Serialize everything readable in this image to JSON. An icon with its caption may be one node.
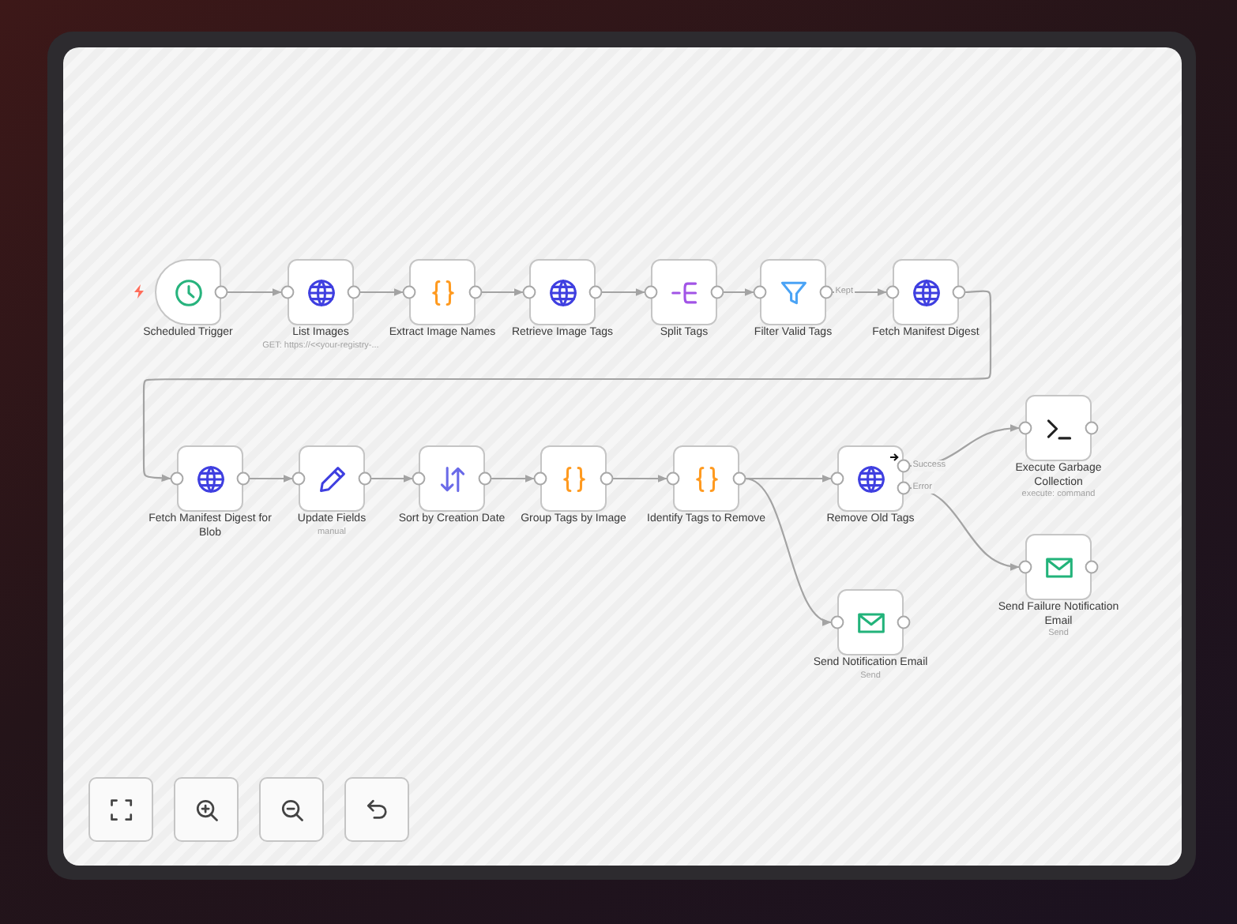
{
  "diagram": {
    "nodes": [
      {
        "text": [
          "Scheduled Trigger"
        ]
      },
      {
        "text": [
          "List Images"
        ],
        "beside": [
          "GET: https://<<your-registry-..."
        ]
      },
      {
        "text": [
          "Extract Image Names"
        ]
      },
      {
        "text": [
          "Retrieve Image Tags"
        ]
      },
      {
        "text": [
          "Split Tags"
        ]
      },
      {
        "text": [
          "Filter Valid Tags"
        ]
      },
      {
        "text": [
          "Fetch Manifest Digest"
        ]
      },
      {
        "text": [
          "Fetch Manifest Digest for Blob"
        ]
      },
      {
        "text": [
          "Update Fields"
        ],
        "beside": [
          "manual"
        ]
      },
      {
        "text": [
          "Sort by Creation Date"
        ]
      },
      {
        "text": [
          "Group Tags by Image"
        ]
      },
      {
        "text": [
          "Identify Tags to Remove"
        ]
      },
      {
        "text": [
          "Remove Old Tags"
        ]
      },
      {
        "text": [
          "Execute Garbage Collection"
        ],
        "beside": [
          "execute: command"
        ]
      },
      {
        "text": [
          "Send Failure Notification Email"
        ],
        "beside": [
          "Send"
        ]
      },
      {
        "text": [
          "Send Notification Email"
        ],
        "beside": [
          "Send"
        ]
      }
    ],
    "edges": [
      {
        "from": 0,
        "to": 1,
        "arrow": "to"
      },
      {
        "from": 1,
        "to": 2,
        "arrow": "to"
      },
      {
        "from": 2,
        "to": 3,
        "arrow": "to"
      },
      {
        "from": 3,
        "to": 4,
        "arrow": "to"
      },
      {
        "from": 4,
        "to": 5,
        "arrow": "to"
      },
      {
        "from": 5,
        "to": 6,
        "arrow": "to",
        "label": "Kept"
      },
      {
        "from": 6,
        "to": 7,
        "arrow": "to"
      },
      {
        "from": 7,
        "to": 8,
        "arrow": "to"
      },
      {
        "from": 8,
        "to": 9,
        "arrow": "to"
      },
      {
        "from": 9,
        "to": 10,
        "arrow": "to"
      },
      {
        "from": 10,
        "to": 11,
        "arrow": "to"
      },
      {
        "from": 11,
        "to": 12,
        "arrow": "to"
      },
      {
        "from": 11,
        "to": 15,
        "arrow": "to"
      },
      {
        "from": 12,
        "to": 13,
        "arrow": "to",
        "label": "Success"
      },
      {
        "from": 12,
        "to": 14,
        "arrow": "to",
        "label": "Error"
      }
    ]
  }
}
